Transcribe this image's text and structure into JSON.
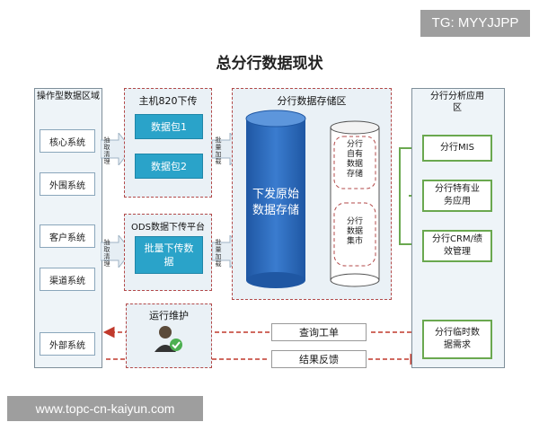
{
  "watermark_tg": "TG: MYYJJPP",
  "watermark_url": "www.topc-cn-kaiyun.com",
  "title": "总分行数据现状",
  "left_panel": {
    "title": "操作型数据区域",
    "systems": [
      "核心系统",
      "外围系统",
      "客户系统",
      "渠道系统",
      "外部系统"
    ]
  },
  "arrows": {
    "extract_label": "抽取清理",
    "load_label": "批量加载"
  },
  "host_panel": {
    "title": "主机820下传",
    "packages": [
      "数据包1",
      "数据包2"
    ]
  },
  "ods_panel": {
    "title": "ODS数据下传平台",
    "item": "批量下传数据"
  },
  "storage_panel": {
    "title": "分行数据存储区",
    "raw_storage": "下发原始数据存储",
    "own_data": "分行自有数据存储",
    "data_mart": "分行数据集市"
  },
  "ops_panel": {
    "title": "运行维护"
  },
  "right_panel": {
    "title": "分行分析应用区",
    "apps": [
      "分行MIS",
      "分行特有业务应用",
      "分行CRM/绩效管理",
      "分行临时数据需求"
    ]
  },
  "flows": {
    "query_ticket": "查询工单",
    "result_feedback": "结果反馈"
  },
  "colors": {
    "cylinder_blue": "#2e6bbd",
    "teal": "#2aa3c9",
    "dashed_red": "#b34a4a",
    "green_border": "#6aa84f",
    "arrow_red": "#c0392b"
  }
}
